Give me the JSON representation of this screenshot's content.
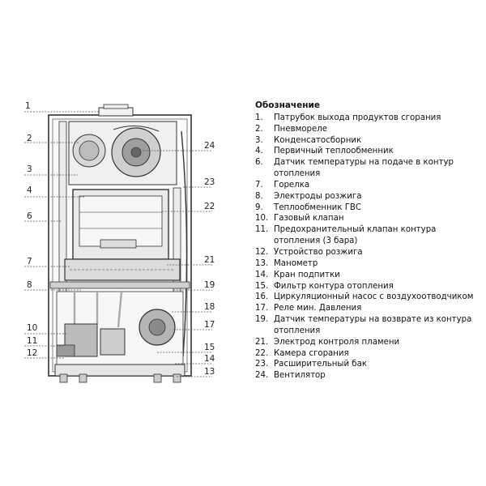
{
  "legend": {
    "title": "Обозначение",
    "items": [
      {
        "num": "1.",
        "text": "Патрубок выхода продуктов сгорания"
      },
      {
        "num": "2.",
        "text": "Пневмореле"
      },
      {
        "num": "3.",
        "text": "Конденсатосборник"
      },
      {
        "num": "4.",
        "text": "Первичный теплообменник"
      },
      {
        "num": "6.",
        "text": "Датчик температуры на подаче в контур отопления"
      },
      {
        "num": "7.",
        "text": "Горелка"
      },
      {
        "num": "8.",
        "text": "Электроды розжига"
      },
      {
        "num": "9.",
        "text": "Теплообменник ГВС"
      },
      {
        "num": "10.",
        "text": "Газовый клапан"
      },
      {
        "num": "11.",
        "text": "Предохранительный клапан контура отопления (3 бара)"
      },
      {
        "num": "12.",
        "text": "Устройство розжига"
      },
      {
        "num": "13.",
        "text": "Манометр"
      },
      {
        "num": "14.",
        "text": "Кран подпитки"
      },
      {
        "num": "15.",
        "text": "Фильтр контура отопления"
      },
      {
        "num": "16.",
        "text": "Циркуляционный насос с воздухоотводчиком"
      },
      {
        "num": "17.",
        "text": "Реле мин. Давления"
      },
      {
        "num": "19.",
        "text": "Датчик температуры на возврате из контура отопления"
      },
      {
        "num": "21.",
        "text": "Электрод контроля пламени"
      },
      {
        "num": "22.",
        "text": "Камера сгорания"
      },
      {
        "num": "23.",
        "text": "Расширительный бак"
      },
      {
        "num": "24.",
        "text": "Вентилятор"
      }
    ]
  },
  "callouts": {
    "left": [
      "1",
      "2",
      "3",
      "4",
      "6",
      "7",
      "8",
      "10",
      "11",
      "12"
    ],
    "right": [
      "24",
      "23",
      "22",
      "21",
      "19",
      "18",
      "17",
      "15",
      "14",
      "13"
    ]
  }
}
